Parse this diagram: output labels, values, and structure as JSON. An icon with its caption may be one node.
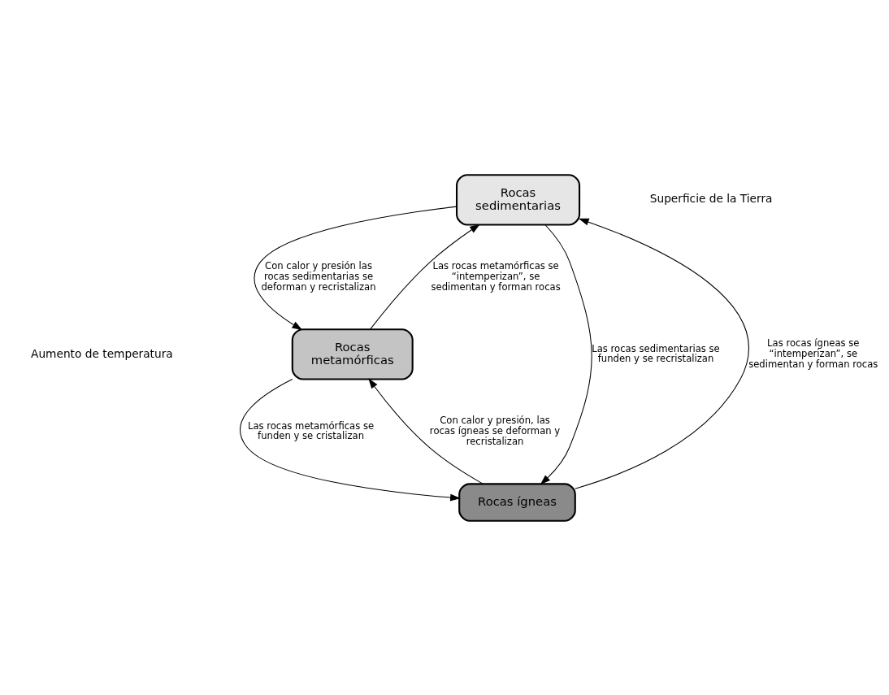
{
  "diagram": {
    "nodes": [
      {
        "text": [
          "Rocas sedimentarias"
        ]
      },
      {
        "text": [
          "Rocas metamórficas"
        ]
      },
      {
        "text": [
          "Rocas ígneas"
        ]
      }
    ],
    "edges": [
      {
        "from": 0,
        "to": 1,
        "arrow": "to",
        "label": "Con calor y presión las rocas sedimentarias se deforman y recristalizan"
      },
      {
        "from": 1,
        "to": 0,
        "arrow": "to",
        "label": "Las rocas metamórficas se “intemperizan”, se sedimentan y forman rocas"
      },
      {
        "from": 2,
        "to": 0,
        "arrow": "to",
        "label": "Las rocas ígneas se “intemperizan”, se sedimentan y forman rocas"
      },
      {
        "from": 0,
        "to": 2,
        "arrow": "to",
        "label": "Las rocas sedimentarias se funden y se recristalizan"
      },
      {
        "from": 1,
        "to": 2,
        "arrow": "to",
        "label": "Las rocas metamórficas se funden y se cristalizan"
      },
      {
        "from": 2,
        "to": 1,
        "arrow": "to",
        "label": "Con calor y presión, las rocas ígneas se deforman y recristalizan"
      }
    ],
    "labels": [
      "Superficie de la Tierra",
      "Aumento de temperatura"
    ]
  }
}
